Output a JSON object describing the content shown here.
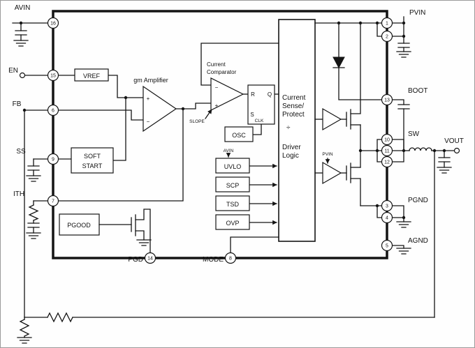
{
  "pins": {
    "n1": "1",
    "n2": "2",
    "n3": "3",
    "n4": "4",
    "n5": "5",
    "n6": "6",
    "n7": "7",
    "n8": "8",
    "n9": "9",
    "n10": "10",
    "n11": "11",
    "n12": "12",
    "n13": "13",
    "n14": "14",
    "n15": "15",
    "n16": "16"
  },
  "terminals": {
    "avin": "AVIN",
    "en": "EN",
    "fb": "FB",
    "ss": "SS",
    "ith": "ITH",
    "pgd": "PGD",
    "mode": "MODE",
    "pvin": "PVIN",
    "boot": "BOOT",
    "sw": "SW",
    "pgnd": "PGND",
    "agnd": "AGND",
    "vout": "VOUT"
  },
  "blocks": {
    "vref": "VREF",
    "gm_amplifier": "gm Amplifier",
    "current_comparator_line1": "Current",
    "current_comparator_line2": "Comparator",
    "slope": "SLOPE",
    "osc": "OSC",
    "flipflop": {
      "r": "R",
      "q": "Q",
      "s": "S",
      "clk": "CLK"
    },
    "uvlo_supply": "AVIN",
    "uvlo": "UVLO",
    "scp": "SCP",
    "tsd": "TSD",
    "ovp": "OVP",
    "soft_start_line1": "SOFT",
    "soft_start_line2": "START",
    "pgood": "PGOOD",
    "driver_supply": "PVIN",
    "logic_lines": [
      "Current",
      "Sense/",
      "Protect",
      "÷",
      "Driver",
      "Logic"
    ]
  },
  "symbols": {
    "plus": "+",
    "minus": "−"
  }
}
